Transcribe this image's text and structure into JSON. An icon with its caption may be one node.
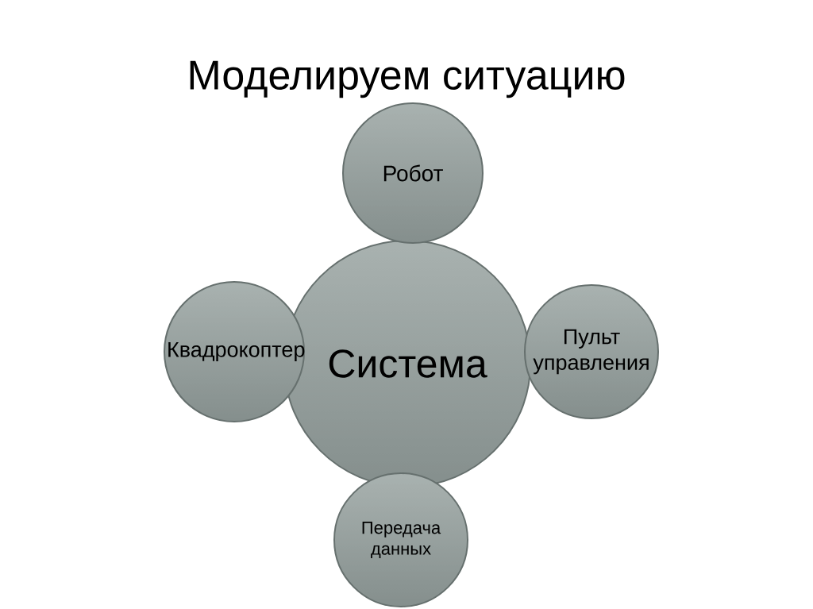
{
  "diagram": {
    "title": "Моделируем ситуацию",
    "nodes": [
      {
        "text": [
          "Робот"
        ]
      },
      {
        "text": [
          "Квадрокоптер"
        ]
      },
      {
        "text": [
          "Система"
        ]
      },
      {
        "text": [
          "Пульт управления"
        ]
      },
      {
        "text": [
          "Передача данных"
        ]
      }
    ],
    "edges": []
  }
}
